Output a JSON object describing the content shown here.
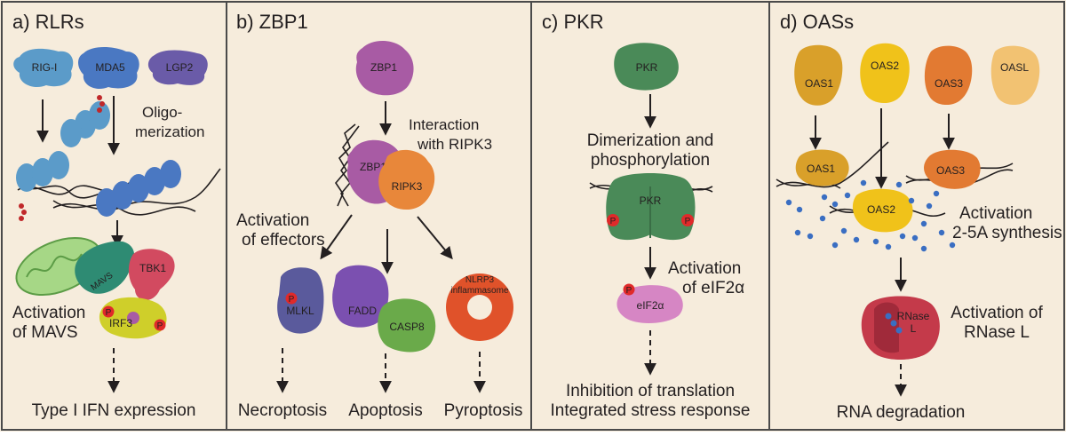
{
  "panels": [
    {
      "title": "a) RLRs"
    },
    {
      "title": "b) ZBP1"
    },
    {
      "title": "c) PKR"
    },
    {
      "title": "d) OASs"
    }
  ],
  "a": {
    "proteins": [
      "RIG-I",
      "MDA5",
      "LGP2"
    ],
    "oligo_1": "Oligo-",
    "oligo_2": "merization",
    "mavs": "MAVS",
    "tbk1": "TBK1",
    "irf3": "IRF3",
    "p": "P",
    "act_1": "Activation",
    "act_2": "of MAVS",
    "outcome": "Type I IFN expression",
    "colors": {
      "rigi": "#5b9bc9",
      "mda5": "#4a78c2",
      "lgp2": "#6a5ba8",
      "mavs": "#2e8b73",
      "tbk1": "#d24a60",
      "irf3": "#cfcf2a",
      "mito": "#a6d786"
    }
  },
  "b": {
    "zbp1": "ZBP1",
    "ripk3": "RIPK3",
    "inter_1": "Interaction",
    "inter_2": "with RIPK3",
    "eff_1": "Activation",
    "eff_2": "of effectors",
    "mlkl": "MLKL",
    "fadd": "FADD",
    "casp8": "CASP8",
    "nlrp3_1": "NLRP3",
    "nlrp3_2": "inflammasome",
    "p": "P",
    "outcomes": [
      "Necroptosis",
      "Apoptosis",
      "Pyroptosis"
    ],
    "colors": {
      "zbp1": "#a85ba4",
      "ripk3": "#e8873a",
      "mlkl": "#5a5a9c",
      "fadd": "#7b50b0",
      "casp8": "#6aaa4a",
      "nlrp3": "#e0522a"
    }
  },
  "c": {
    "pkr": "PKR",
    "dim_1": "Dimerization and",
    "dim_2": "phosphorylation",
    "act_1": "Activation",
    "act_2": "of eIF2α",
    "eif2a": "eIF2α",
    "p": "P",
    "out_1": "Inhibition of translation",
    "out_2": "Integrated stress response",
    "colors": {
      "pkr": "#4a8a58",
      "eif2a": "#d686c4",
      "phospho": "#e02a2a"
    }
  },
  "d": {
    "proteins": [
      "OAS1",
      "OAS2",
      "OAS3",
      "OASL"
    ],
    "act_1": "Activation",
    "act_2": "2-5A synthesis",
    "rnasel_1": "RNase",
    "rnasel_2": "L",
    "rn_1": "Activation of",
    "rn_2": "RNase L",
    "outcome": "RNA degradation",
    "colors": {
      "oas1": "#d9a02a",
      "oas2": "#f0c21a",
      "oas3": "#e27a32",
      "oasl": "#f2c272",
      "rnasel": "#c43a4a",
      "dots": "#3a6ec2"
    }
  }
}
